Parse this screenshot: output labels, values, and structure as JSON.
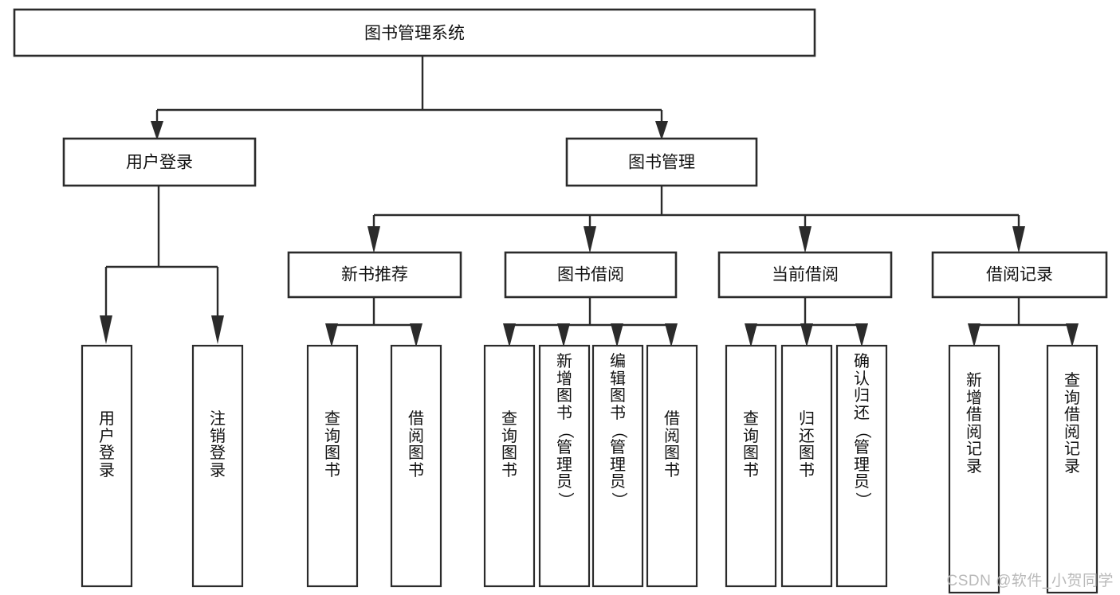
{
  "diagram": {
    "type": "tree",
    "title": "图书管理系统",
    "orientation": "top-down",
    "watermark": "CSDN @软件_小贺同学",
    "colors": {
      "stroke": "#2b2b2b",
      "fill": "#ffffff",
      "text": "#111111",
      "watermark": "#b9b9b9",
      "background": "#ffffff"
    },
    "nodes": {
      "root": {
        "label": "图书管理系统",
        "level": 0,
        "orientation": "horizontal"
      },
      "user_login": {
        "label": "用户登录",
        "level": 1,
        "orientation": "horizontal"
      },
      "book_manage": {
        "label": "图书管理",
        "level": 1,
        "orientation": "horizontal"
      },
      "new_book_rec": {
        "label": "新书推荐",
        "level": 2,
        "orientation": "horizontal"
      },
      "book_borrow": {
        "label": "图书借阅",
        "level": 2,
        "orientation": "horizontal"
      },
      "current_borrow": {
        "label": "当前借阅",
        "level": 2,
        "orientation": "horizontal"
      },
      "borrow_record": {
        "label": "借阅记录",
        "level": 2,
        "orientation": "horizontal"
      },
      "leaf_user_login": {
        "label": "用户登录",
        "level": 2,
        "orientation": "vertical"
      },
      "leaf_user_logout": {
        "label": "注销登录",
        "level": 2,
        "orientation": "vertical"
      },
      "leaf_rec_query": {
        "label": "查询图书",
        "level": 3,
        "orientation": "vertical"
      },
      "leaf_rec_borrow": {
        "label": "借阅图书",
        "level": 3,
        "orientation": "vertical"
      },
      "leaf_borrow_query": {
        "label": "查询图书",
        "level": 3,
        "orientation": "vertical"
      },
      "leaf_borrow_add": {
        "label": "新增图书（管理员）",
        "level": 3,
        "orientation": "vertical"
      },
      "leaf_borrow_edit": {
        "label": "编辑图书（管理员）",
        "level": 3,
        "orientation": "vertical"
      },
      "leaf_borrow_do": {
        "label": "借阅图书",
        "level": 3,
        "orientation": "vertical"
      },
      "leaf_cur_query": {
        "label": "查询图书",
        "level": 3,
        "orientation": "vertical"
      },
      "leaf_cur_return": {
        "label": "归还图书",
        "level": 3,
        "orientation": "vertical"
      },
      "leaf_cur_confirm": {
        "label": "确认归还（管理员）",
        "level": 3,
        "orientation": "vertical"
      },
      "leaf_rec_add": {
        "label": "新增借阅记录",
        "level": 3,
        "orientation": "vertical"
      },
      "leaf_rec_search": {
        "label": "查询借阅记录",
        "level": 3,
        "orientation": "vertical"
      }
    },
    "edges": [
      {
        "from": "root",
        "to": "user_login"
      },
      {
        "from": "root",
        "to": "book_manage"
      },
      {
        "from": "user_login",
        "to": "leaf_user_login"
      },
      {
        "from": "user_login",
        "to": "leaf_user_logout"
      },
      {
        "from": "book_manage",
        "to": "new_book_rec"
      },
      {
        "from": "book_manage",
        "to": "book_borrow"
      },
      {
        "from": "book_manage",
        "to": "current_borrow"
      },
      {
        "from": "book_manage",
        "to": "borrow_record"
      },
      {
        "from": "new_book_rec",
        "to": "leaf_rec_query"
      },
      {
        "from": "new_book_rec",
        "to": "leaf_rec_borrow"
      },
      {
        "from": "book_borrow",
        "to": "leaf_borrow_query"
      },
      {
        "from": "book_borrow",
        "to": "leaf_borrow_add"
      },
      {
        "from": "book_borrow",
        "to": "leaf_borrow_edit"
      },
      {
        "from": "book_borrow",
        "to": "leaf_borrow_do"
      },
      {
        "from": "current_borrow",
        "to": "leaf_cur_query"
      },
      {
        "from": "current_borrow",
        "to": "leaf_cur_return"
      },
      {
        "from": "current_borrow",
        "to": "leaf_cur_confirm"
      },
      {
        "from": "borrow_record",
        "to": "leaf_rec_add"
      },
      {
        "from": "borrow_record",
        "to": "leaf_rec_search"
      }
    ]
  }
}
